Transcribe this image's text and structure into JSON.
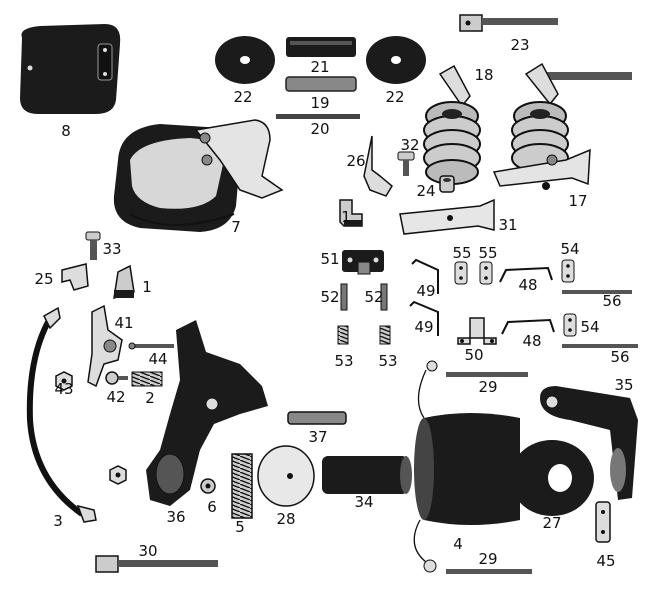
{
  "diagram": {
    "parts": [
      {
        "key": "p1a",
        "label": "1"
      },
      {
        "key": "p1b",
        "label": "1"
      },
      {
        "key": "p2",
        "label": "2"
      },
      {
        "key": "p3",
        "label": "3"
      },
      {
        "key": "p4",
        "label": "4"
      },
      {
        "key": "p5",
        "label": "5"
      },
      {
        "key": "p6",
        "label": "6"
      },
      {
        "key": "p7",
        "label": "7"
      },
      {
        "key": "p8",
        "label": "8"
      },
      {
        "key": "p17",
        "label": "17"
      },
      {
        "key": "p18",
        "label": "18"
      },
      {
        "key": "p19",
        "label": "19"
      },
      {
        "key": "p20",
        "label": "20"
      },
      {
        "key": "p21",
        "label": "21"
      },
      {
        "key": "p22a",
        "label": "22"
      },
      {
        "key": "p22b",
        "label": "22"
      },
      {
        "key": "p23",
        "label": "23"
      },
      {
        "key": "p24",
        "label": "24"
      },
      {
        "key": "p25",
        "label": "25"
      },
      {
        "key": "p26",
        "label": "26"
      },
      {
        "key": "p27",
        "label": "27"
      },
      {
        "key": "p28",
        "label": "28"
      },
      {
        "key": "p29a",
        "label": "29"
      },
      {
        "key": "p29b",
        "label": "29"
      },
      {
        "key": "p30",
        "label": "30"
      },
      {
        "key": "p31",
        "label": "31"
      },
      {
        "key": "p32",
        "label": "32"
      },
      {
        "key": "p33",
        "label": "33"
      },
      {
        "key": "p34",
        "label": "34"
      },
      {
        "key": "p35",
        "label": "35"
      },
      {
        "key": "p36",
        "label": "36"
      },
      {
        "key": "p37",
        "label": "37"
      },
      {
        "key": "p41",
        "label": "41"
      },
      {
        "key": "p42",
        "label": "42"
      },
      {
        "key": "p43",
        "label": "43"
      },
      {
        "key": "p44",
        "label": "44"
      },
      {
        "key": "p45",
        "label": "45"
      },
      {
        "key": "p48a",
        "label": "48"
      },
      {
        "key": "p48b",
        "label": "48"
      },
      {
        "key": "p49a",
        "label": "49"
      },
      {
        "key": "p49b",
        "label": "49"
      },
      {
        "key": "p50",
        "label": "50"
      },
      {
        "key": "p51",
        "label": "51"
      },
      {
        "key": "p52a",
        "label": "52"
      },
      {
        "key": "p52b",
        "label": "52"
      },
      {
        "key": "p53a",
        "label": "53"
      },
      {
        "key": "p53b",
        "label": "53"
      },
      {
        "key": "p54a",
        "label": "54"
      },
      {
        "key": "p54b",
        "label": "54"
      },
      {
        "key": "p55a",
        "label": "55"
      },
      {
        "key": "p55b",
        "label": "55"
      },
      {
        "key": "p56a",
        "label": "56"
      },
      {
        "key": "p56b",
        "label": "56"
      }
    ]
  }
}
